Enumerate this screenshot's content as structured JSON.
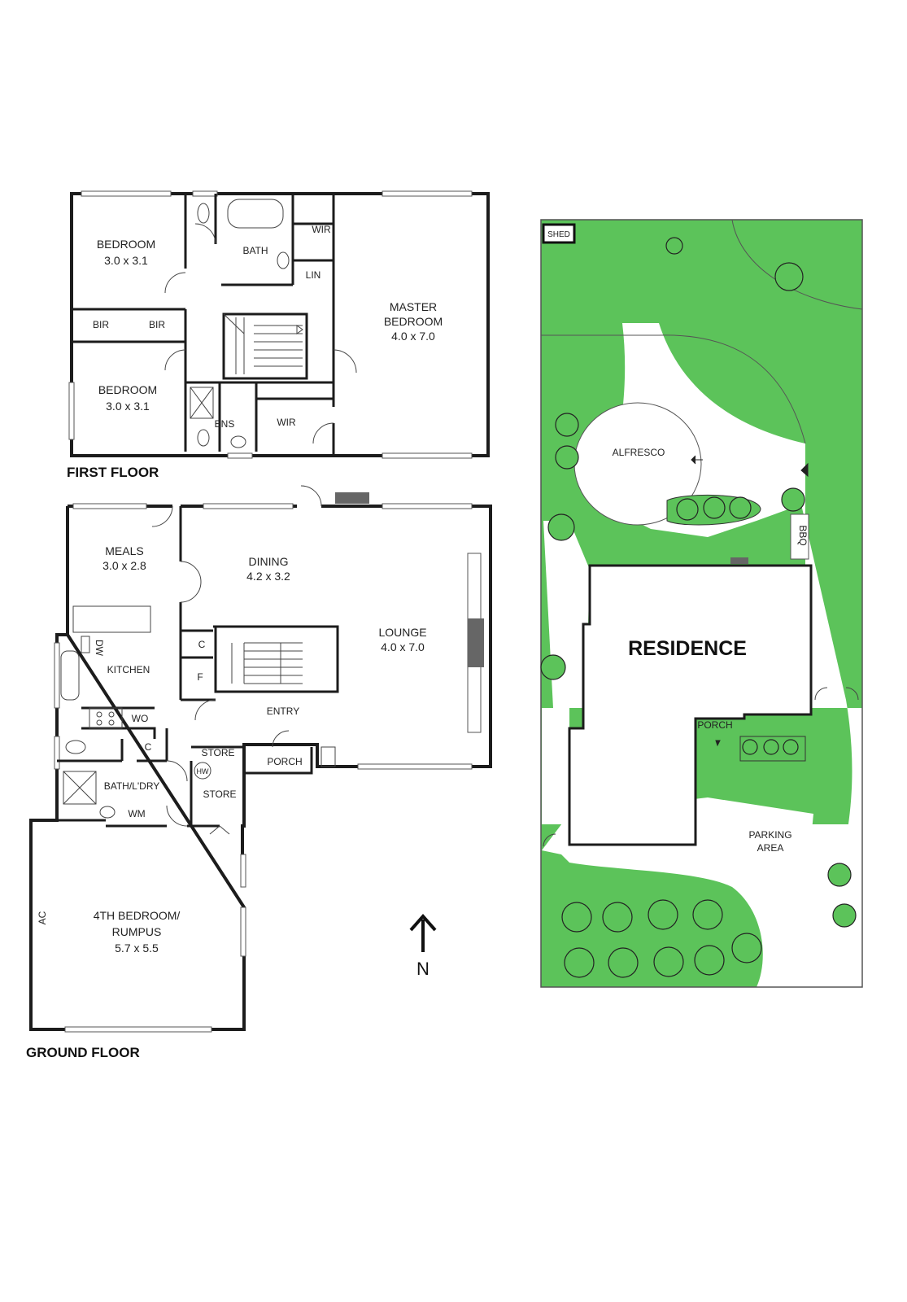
{
  "first_floor": {
    "title": "FIRST FLOOR",
    "rooms": {
      "bedroom1_name": "BEDROOM",
      "bedroom1_size": "3.0 x 3.1",
      "bedroom2_name": "BEDROOM",
      "bedroom2_size": "3.0 x 3.1",
      "bir1": "BIR",
      "bir2": "BIR",
      "bath": "BATH",
      "wir1": "WIR",
      "lin": "LIN",
      "master_name1": "MASTER",
      "master_name2": "BEDROOM",
      "master_size": "4.0 x 7.0",
      "ens": "ENS",
      "wir2": "WIR"
    }
  },
  "ground_floor": {
    "title": "GROUND FLOOR",
    "rooms": {
      "meals_name": "MEALS",
      "meals_size": "3.0 x 2.8",
      "dining_name": "DINING",
      "dining_size": "4.2 x 3.2",
      "lounge_name": "LOUNGE",
      "lounge_size": "4.0 x 7.0",
      "kitchen": "KITCHEN",
      "dw": "DW",
      "wo": "WO",
      "c1": "C",
      "c2": "C",
      "f": "F",
      "entry": "ENTRY",
      "porch": "PORCH",
      "store1": "STORE",
      "store2": "STORE",
      "hw": "HW",
      "bath_ldry": "BATH/L'DRY",
      "wm": "WM",
      "rumpus_name1": "4TH BEDROOM/",
      "rumpus_name2": "RUMPUS",
      "rumpus_size": "5.7 x 5.5",
      "ac": "AC"
    }
  },
  "compass": {
    "label": "N"
  },
  "site_plan": {
    "shed": "SHED",
    "alfresco": "ALFRESCO",
    "bbq": "BBQ",
    "residence": "RESIDENCE",
    "porch": "PORCH",
    "parking1": "PARKING",
    "parking2": "AREA"
  },
  "colors": {
    "grass": "#5cc35a",
    "wall": "#1c1c1c"
  }
}
